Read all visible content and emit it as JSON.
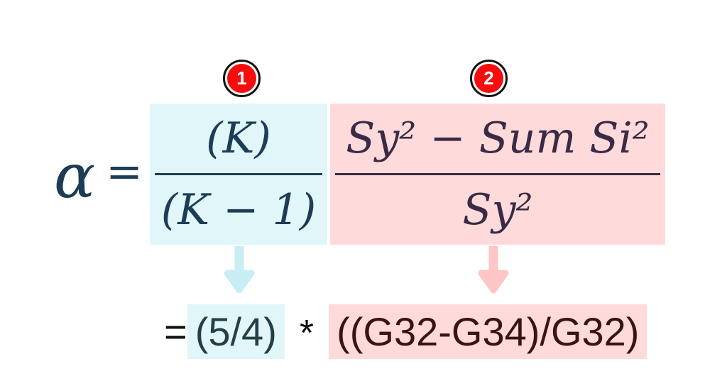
{
  "colors": {
    "background": "#ffffff",
    "cyan_box": "#e0f6f9",
    "pink_box": "#ffdada",
    "cyan_arrow": "#c9edf4",
    "pink_arrow": "#ffc6c5",
    "navy_text": "#1d3c55",
    "plum_text": "#392b45",
    "teal_formula_text": "#243f46",
    "maroon_formula_text": "#3a1414",
    "operator_text": "#111111",
    "badge_red": "#f60d0d",
    "badge_ring": "#111111",
    "badge_text": "#ffffff"
  },
  "steps": {
    "step1_badge": "1",
    "step2_badge": "2"
  },
  "equation": {
    "alpha": "α",
    "equals": "=",
    "factor1": {
      "numerator": "(K)",
      "denominator": "(K − 1)"
    },
    "factor2": {
      "numerator": "Sy² − Sum Si²",
      "denominator": "Sy²"
    }
  },
  "spreadsheet_formula": {
    "equals": "=",
    "factor1": "(5/4)",
    "operator": "*",
    "factor2": "((G32-G34)/G32)"
  }
}
